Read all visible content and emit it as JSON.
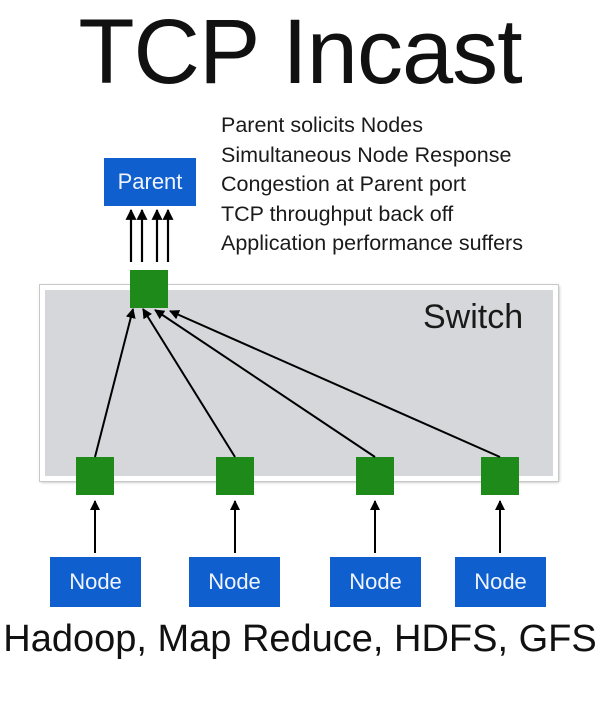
{
  "title": "TCP Incast",
  "bullets": [
    "Parent solicits Nodes",
    "Simultaneous Node Response",
    "Congestion at Parent port",
    "TCP throughput back off",
    "Application performance suffers"
  ],
  "parent": {
    "label": "Parent"
  },
  "switch": {
    "label": "Switch"
  },
  "nodes": [
    {
      "label": "Node"
    },
    {
      "label": "Node"
    },
    {
      "label": "Node"
    },
    {
      "label": "Node"
    }
  ],
  "footer": "Hadoop, Map Reduce, HDFS, GFS",
  "colors": {
    "box_blue": "#0f5fcf",
    "port_green": "#1e8a1a",
    "switch_grey": "#d6d7da",
    "arrow": "#000000"
  }
}
